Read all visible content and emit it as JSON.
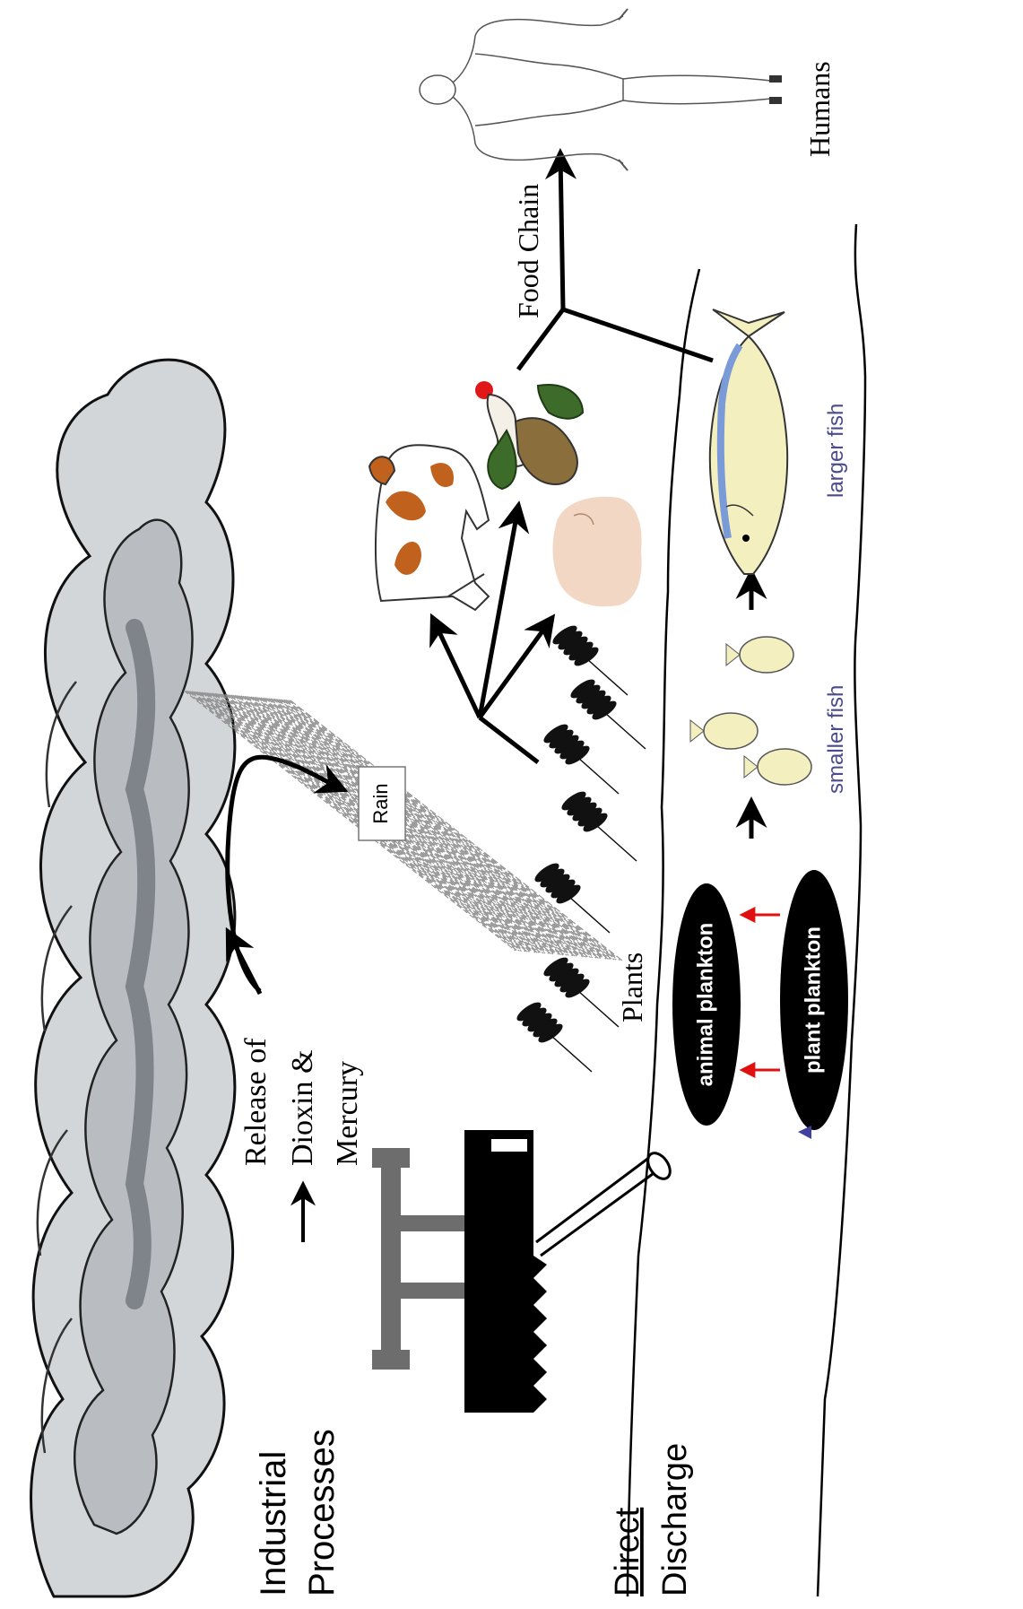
{
  "labels": {
    "industrial_processes": [
      "Industrial",
      "Processes"
    ],
    "release_of": [
      "Release of",
      "Dioxin &",
      "Mercury"
    ],
    "direct_discharge": [
      "Direct",
      "Discharge"
    ],
    "rain": "Rain",
    "plants": "Plants",
    "food_chain": "Food Chain",
    "humans": "Humans",
    "animal_plankton": "animal plankton",
    "plant_plankton": "plant plankton",
    "smaller_fish": "smaller fish",
    "larger_fish": "larger fish"
  },
  "colors": {
    "cloud_fill": "#c9ccd0",
    "cloud_shadow": "#7d8287",
    "factory": "#000000",
    "smokestack": "#6d6d6d",
    "fish_label": "#4a4a8c",
    "plankton_arrow": "#e01010",
    "plankton_text": "#ffffff",
    "cow_patch": "#c0621e",
    "pig": "#f2d8c4",
    "rooster_comb": "#e01818",
    "rooster_body": "#3d6b2a",
    "fish_body": "#f3efbf",
    "fish_stripe": "#7a9ad8"
  },
  "icons": [
    "cloud-icon",
    "factory-icon",
    "pipe-icon",
    "plant-icon",
    "cow-icon",
    "pig-icon",
    "rooster-icon",
    "human-icon",
    "fish-icon"
  ]
}
